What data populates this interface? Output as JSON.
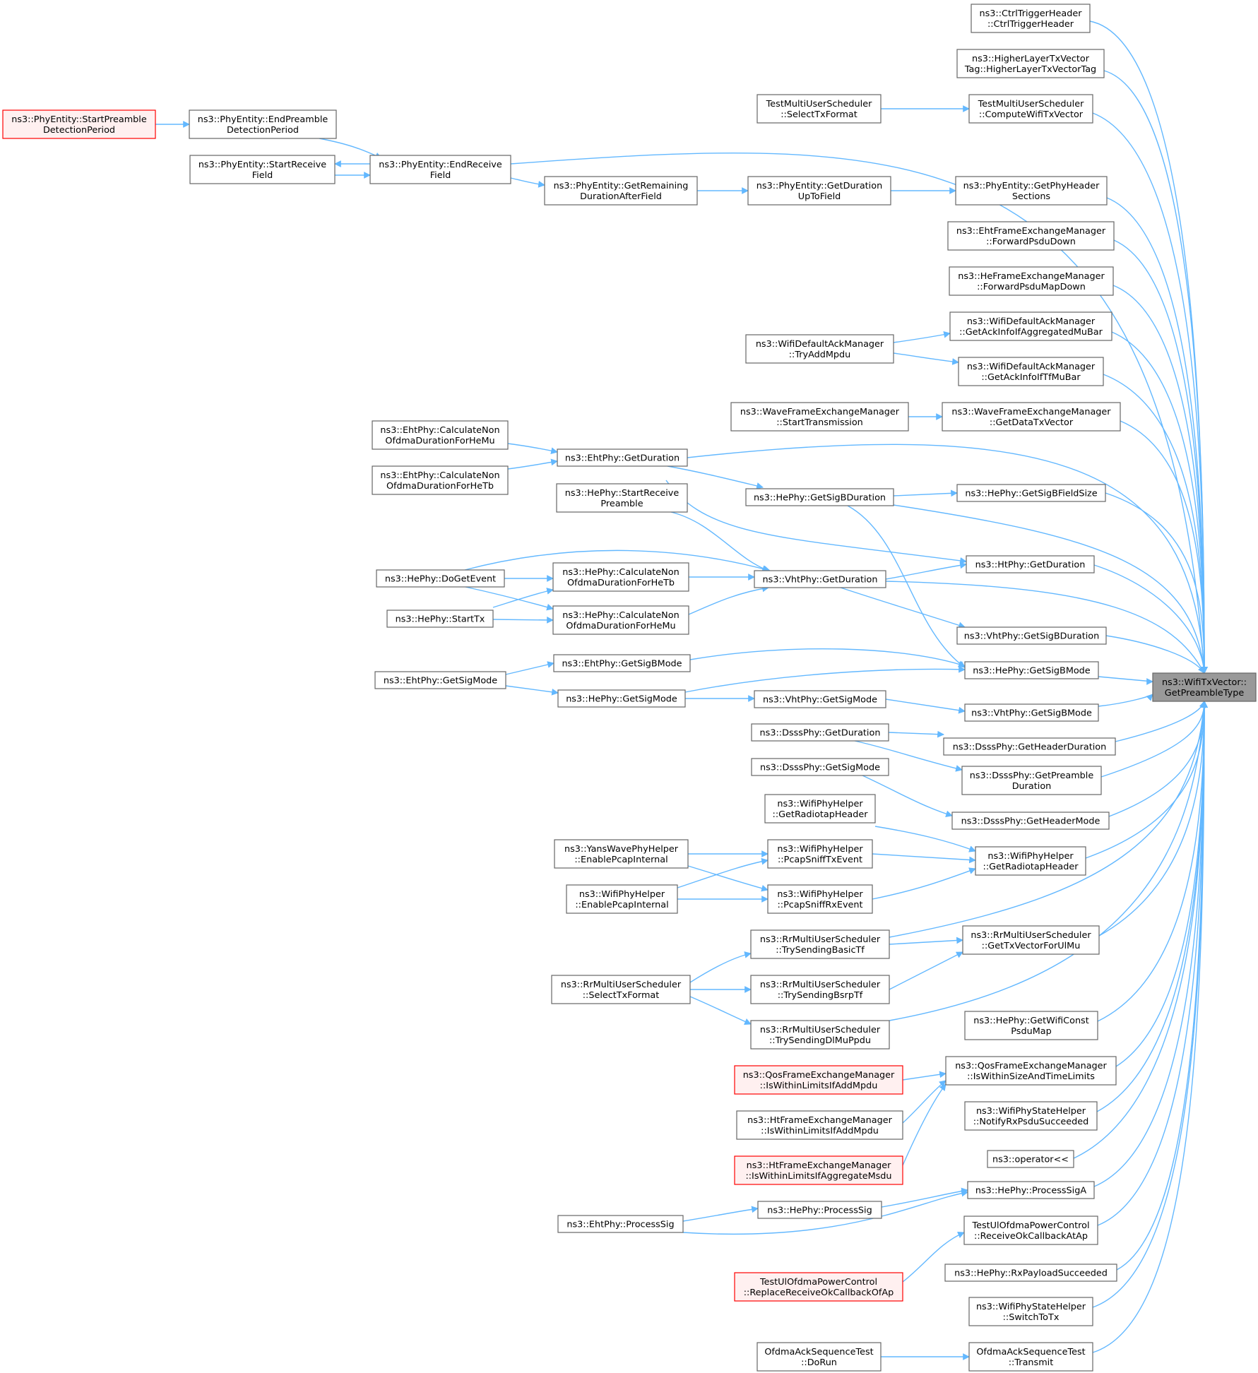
{
  "diagram": {
    "nodes": {
      "root": [
        "ns3::WifiTxVector::",
        "GetPreambleType"
      ],
      "ctrltrigger": [
        "ns3::CtrlTriggerHeader",
        "::CtrlTriggerHeader"
      ],
      "higherlayer": [
        "ns3::HigherLayerTxVector",
        "Tag::HigherLayerTxVectorTag"
      ],
      "tmus_select": [
        "TestMultiUserScheduler",
        "::SelectTxFormat"
      ],
      "tmus_compute": [
        "TestMultiUserScheduler",
        "::ComputeWifiTxVector"
      ],
      "pe_startpreamble": [
        "ns3::PhyEntity::StartPreamble",
        "DetectionPeriod"
      ],
      "pe_endpreamble": [
        "ns3::PhyEntity::EndPreamble",
        "DetectionPeriod"
      ],
      "pe_startreceive": [
        "ns3::PhyEntity::StartReceive",
        "Field"
      ],
      "pe_endreceive": [
        "ns3::PhyEntity::EndReceive",
        "Field"
      ],
      "pe_getremaining": [
        "ns3::PhyEntity::GetRemaining",
        "DurationAfterField"
      ],
      "pe_getduration": [
        "ns3::PhyEntity::GetDuration",
        "UpToField"
      ],
      "pe_getphyheader": [
        "ns3::PhyEntity::GetPhyHeader",
        "Sections"
      ],
      "eht_fwd": [
        "ns3::EhtFrameExchangeManager",
        "::ForwardPsduDown"
      ],
      "he_fwd": [
        "ns3::HeFrameExchangeManager",
        "::ForwardPsduMapDown"
      ],
      "wdam_agg": [
        "ns3::WifiDefaultAckManager",
        "::GetAckInfoIfAggregatedMuBar"
      ],
      "wdam_tryadd": [
        "ns3::WifiDefaultAckManager",
        "::TryAddMpdu"
      ],
      "wdam_tf": [
        "ns3::WifiDefaultAckManager",
        "::GetAckInfoIfTfMuBar"
      ],
      "wave_start": [
        "ns3::WaveFrameExchangeManager",
        "::StartTransmission"
      ],
      "wave_getdata": [
        "ns3::WaveFrameExchangeManager",
        "::GetDataTxVector"
      ],
      "eht_calc_mu": [
        "ns3::EhtPhy::CalculateNon",
        "OfdmaDurationForHeMu"
      ],
      "eht_calc_tb": [
        "ns3::EhtPhy::CalculateNon",
        "OfdmaDurationForHeTb"
      ],
      "eht_getduration": [
        "ns3::EhtPhy::GetDuration"
      ],
      "he_startreceive": [
        "ns3::HePhy::StartReceive",
        "Preamble"
      ],
      "he_getsigbduration": [
        "ns3::HePhy::GetSigBDuration"
      ],
      "he_getsigbfield": [
        "ns3::HePhy::GetSigBFieldSize"
      ],
      "ht_getduration": [
        "ns3::HtPhy::GetDuration"
      ],
      "he_dogetevent": [
        "ns3::HePhy::DoGetEvent"
      ],
      "he_calc_tb": [
        "ns3::HePhy::CalculateNon",
        "OfdmaDurationForHeTb"
      ],
      "vht_getduration": [
        "ns3::VhtPhy::GetDuration"
      ],
      "he_starttx": [
        "ns3::HePhy::StartTx"
      ],
      "he_calc_mu": [
        "ns3::HePhy::CalculateNon",
        "OfdmaDurationForHeMu"
      ],
      "vht_getsigbduration": [
        "ns3::VhtPhy::GetSigBDuration"
      ],
      "eht_getsigbmode": [
        "ns3::EhtPhy::GetSigBMode"
      ],
      "he_getsigbmode": [
        "ns3::HePhy::GetSigBMode"
      ],
      "eht_getsigmode": [
        "ns3::EhtPhy::GetSigMode"
      ],
      "he_getsigmode": [
        "ns3::HePhy::GetSigMode"
      ],
      "vht_getsigmode": [
        "ns3::VhtPhy::GetSigMode"
      ],
      "vht_getsigbmode": [
        "ns3::VhtPhy::GetSigBMode"
      ],
      "dsss_getduration": [
        "ns3::DsssPhy::GetDuration"
      ],
      "dsss_getheaderduration": [
        "ns3::DsssPhy::GetHeaderDuration"
      ],
      "dsss_getpreamble": [
        "ns3::DsssPhy::GetPreamble",
        "Duration"
      ],
      "dsss_getsigmode": [
        "ns3::DsssPhy::GetSigMode"
      ],
      "dsss_getheadermode": [
        "ns3::DsssPhy::GetHeaderMode"
      ],
      "wph_radiotap_a": [
        "ns3::WifiPhyHelper",
        "::GetRadiotapHeader"
      ],
      "yans_enablepcap": [
        "ns3::YansWavePhyHelper",
        "::EnablePcapInternal"
      ],
      "wph_sniff_tx": [
        "ns3::WifiPhyHelper",
        "::PcapSniffTxEvent"
      ],
      "wph_radiotap_b": [
        "ns3::WifiPhyHelper",
        "::GetRadiotapHeader"
      ],
      "wph_enablepcap": [
        "ns3::WifiPhyHelper",
        "::EnablePcapInternal"
      ],
      "wph_sniff_rx": [
        "ns3::WifiPhyHelper",
        "::PcapSniffRxEvent"
      ],
      "rr_basictf": [
        "ns3::RrMultiUserScheduler",
        "::TrySendingBasicTf"
      ],
      "rr_gettxvector": [
        "ns3::RrMultiUserScheduler",
        "::GetTxVectorForUlMu"
      ],
      "rr_select": [
        "ns3::RrMultiUserScheduler",
        "::SelectTxFormat"
      ],
      "rr_bsrptf": [
        "ns3::RrMultiUserScheduler",
        "::TrySendingBsrpTf"
      ],
      "rr_dlmu": [
        "ns3::RrMultiUserScheduler",
        "::TrySendingDlMuPpdu"
      ],
      "he_getwificonst": [
        "ns3::HePhy::GetWifiConst",
        "PsduMap"
      ],
      "qos_withinlimitsadd": [
        "ns3::QosFrameExchangeManager",
        "::IsWithinLimitsIfAddMpdu"
      ],
      "qos_withinsize": [
        "ns3::QosFrameExchangeManager",
        "::IsWithinSizeAndTimeLimits"
      ],
      "ht_withinlimitsadd": [
        "ns3::HtFrameExchangeManager",
        "::IsWithinLimitsIfAddMpdu"
      ],
      "wpsh_notify": [
        "ns3::WifiPhyStateHelper",
        "::NotifyRxPsduSucceeded"
      ],
      "ht_withinlimitsagg": [
        "ns3::HtFrameExchangeManager",
        "::IsWithinLimitsIfAggregateMsdu"
      ],
      "operator": [
        "ns3::operator<<"
      ],
      "he_processsiga": [
        "ns3::HePhy::ProcessSigA"
      ],
      "he_processsig": [
        "ns3::HePhy::ProcessSig"
      ],
      "eht_processsig": [
        "ns3::EhtPhy::ProcessSig"
      ],
      "tulo_receive": [
        "TestUlOfdmaPowerControl",
        "::ReceiveOkCallbackAtAp"
      ],
      "tulo_replace": [
        "TestUlOfdmaPowerControl",
        "::ReplaceReceiveOkCallbackOfAp"
      ],
      "he_rxpayload": [
        "ns3::HePhy::RxPayloadSucceeded"
      ],
      "wpsh_switch": [
        "ns3::WifiPhyStateHelper",
        "::SwitchToTx"
      ],
      "oast_dorun": [
        "OfdmaAckSequenceTest",
        "::DoRun"
      ],
      "oast_transmit": [
        "OfdmaAckSequenceTest",
        "::Transmit"
      ]
    }
  },
  "colors": {
    "edge": "#63b8ff",
    "node_border": "#666666",
    "node_fill": "#ffffff",
    "truncated_border": "#ff0000",
    "truncated_fill": "#fff0f0",
    "root_fill": "#999999"
  }
}
